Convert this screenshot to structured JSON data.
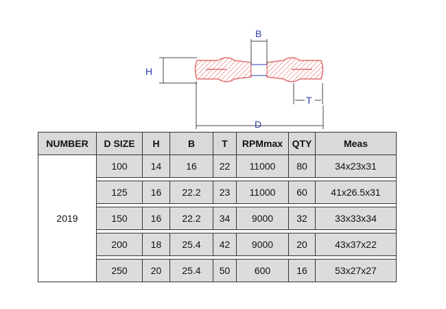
{
  "diagram": {
    "labels": {
      "b": "B",
      "h": "H",
      "t": "T",
      "d": "D"
    },
    "colors": {
      "outline": "#e06b6b",
      "hatch": "#f3b2b2",
      "dimension": "#2b3aa8",
      "leader": "#444444"
    }
  },
  "table": {
    "headers": [
      "NUMBER",
      "D SIZE",
      "H",
      "B",
      "T",
      "RPMmax",
      "QTY",
      "Meas"
    ],
    "number": "2019",
    "rows": [
      [
        "100",
        "14",
        "16",
        "22",
        "11000",
        "80",
        "34x23x31"
      ],
      [
        "125",
        "16",
        "22.2",
        "23",
        "11000",
        "60",
        "41x26.5x31"
      ],
      [
        "150",
        "16",
        "22.2",
        "34",
        "9000",
        "32",
        "33x33x34"
      ],
      [
        "200",
        "18",
        "25.4",
        "42",
        "9000",
        "20",
        "43x37x22"
      ],
      [
        "250",
        "20",
        "25.4",
        "50",
        "600",
        "16",
        "53x27x27"
      ]
    ]
  }
}
